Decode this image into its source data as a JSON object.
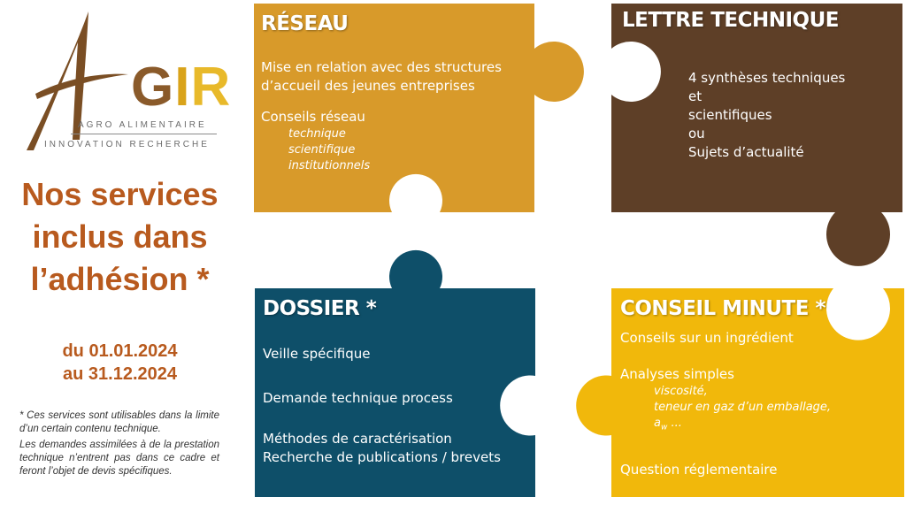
{
  "logo": {
    "letter_a": "A",
    "letter_g": "G",
    "letter_i": "I",
    "letter_r": "R",
    "line1": "AGRO ALIMENTAIRE",
    "line2": "INNOVATION RECHERCHE"
  },
  "headline": {
    "line1": "Nos services",
    "line2": "inclus dans",
    "line3": "l’adhésion *"
  },
  "dates": {
    "from": "du 01.01.2024",
    "to": "au 31.12.2024"
  },
  "footnote": {
    "p1": "* Ces services sont utilisables dans la limite d’un certain contenu technique.",
    "p2": "Les demandes assimilées à de la prestation technique n’entrent pas dans ce cadre et feront l’objet de devis spécifiques."
  },
  "colors": {
    "reseau": "#d89a2a",
    "lettre": "#5e3f27",
    "dossier": "#0e4f69",
    "conseil": "#f1b80b",
    "accent_text": "#b85a1e"
  },
  "reseau": {
    "title": "RÉSEAU",
    "l1": "Mise en relation avec des structures",
    "l2": "d’accueil des jeunes entreprises",
    "l3": "Conseils réseau",
    "s1": "technique",
    "s2": "scientifique",
    "s3": "institutionnels"
  },
  "lettre": {
    "title": "LETTRE TECHNIQUE",
    "l1": "4 synthèses techniques",
    "l2": "et",
    "l3": "scientifiques",
    "l4": "ou",
    "l5": "Sujets d’actualité"
  },
  "dossier": {
    "title": "DOSSIER *",
    "l1": "Veille spécifique",
    "l2": "Demande technique process",
    "l3": "Méthodes de caractérisation",
    "l4": "Recherche de publications / brevets"
  },
  "conseil": {
    "title": "CONSEIL MINUTE *",
    "l1": "Conseils sur un ingrédient",
    "l2": "Analyses simples",
    "s1": "viscosité,",
    "s2": "teneur en gaz d’un emballage,",
    "s3_main": "a",
    "s3_sub": "w",
    "s3_rest": " ...",
    "l3": "Question réglementaire"
  }
}
